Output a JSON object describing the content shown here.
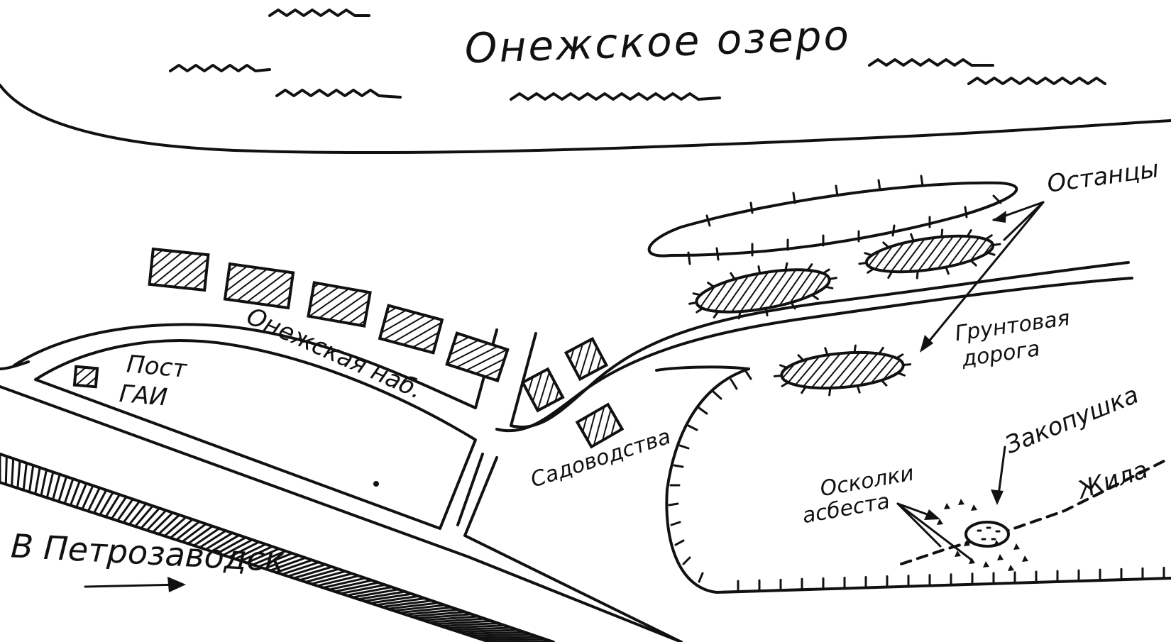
{
  "map": {
    "lake_label": "Онежское озеро",
    "remnants_label": "Останцы",
    "road_label_line1": "Грунтовая",
    "road_label_line2": "дорога",
    "dig_label": "Закопушка",
    "vein_label": "Жила",
    "asbestos_label_line1": "Осколки",
    "asbestos_label_line2": "асбеста",
    "gardens_label": "Садоводства",
    "embankment_label": "Онежская наб.",
    "post_label_line1": "Пост",
    "post_label_line2": "ГАИ",
    "direction_label": "В Петрозаводск"
  }
}
